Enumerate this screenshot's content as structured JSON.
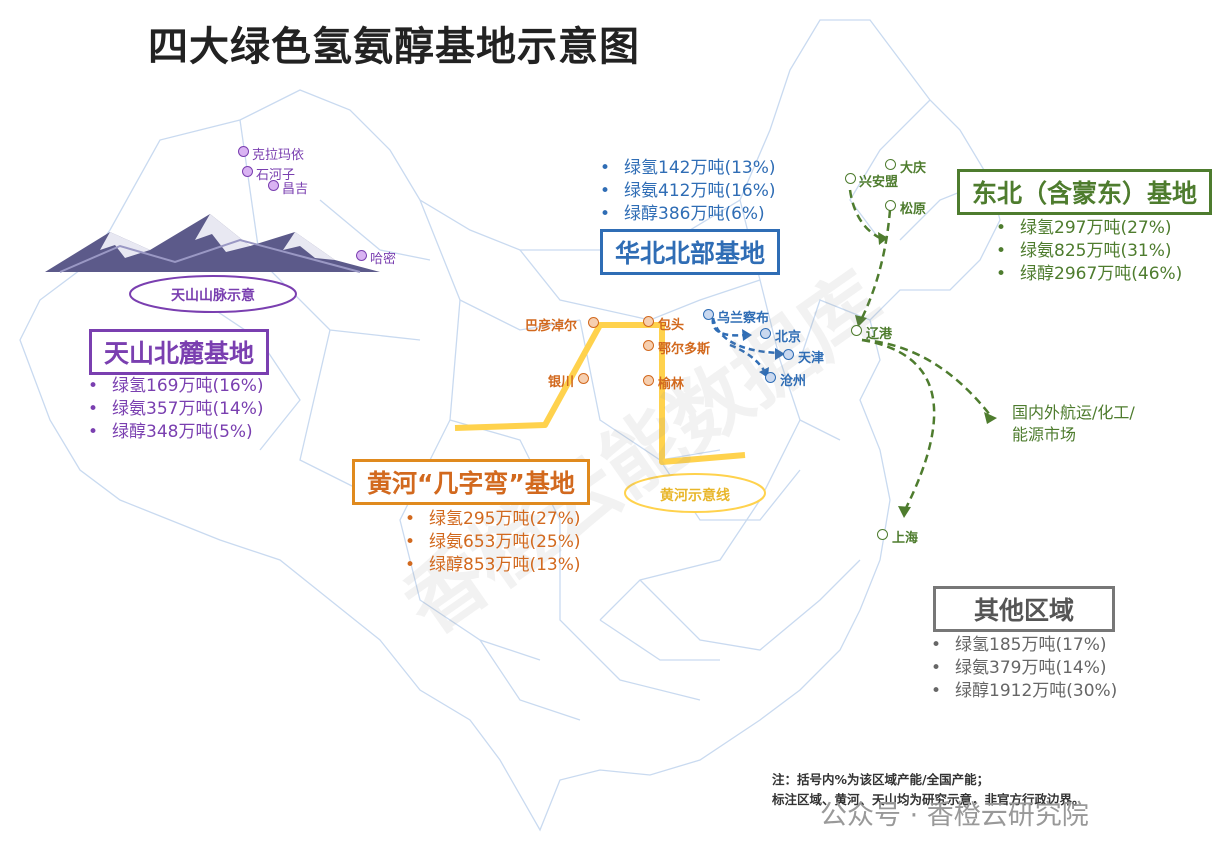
{
  "title": "四大绿色氢氨醇基地示意图",
  "colors": {
    "tianshan": "#7a3fb0",
    "huabei": "#2f6db5",
    "huanghe": "#d2691e",
    "dongbei": "#4e7c2e",
    "other": "#666666",
    "river": "#ffd24d",
    "map_line": "#c9daf0"
  },
  "tianshan": {
    "name": "天山北麓基地",
    "mountain_label": "天山山脉示意",
    "stats": [
      "绿氢169万吨(16%)",
      "绿氨357万吨(14%)",
      "绿醇348万吨(5%)"
    ],
    "cities": [
      "克拉玛依",
      "石河子",
      "昌吉",
      "哈密"
    ]
  },
  "huabei": {
    "name": "华北北部基地",
    "stats": [
      "绿氢142万吨(13%)",
      "绿氨412万吨(16%)",
      "绿醇386万吨(6%)"
    ],
    "cities": [
      "乌兰察布",
      "北京",
      "天津",
      "沧州"
    ]
  },
  "huanghe": {
    "name": "黄河“几字弯”基地",
    "river_label": "黄河示意线",
    "stats": [
      "绿氢295万吨(27%)",
      "绿氨653万吨(25%)",
      "绿醇853万吨(13%)"
    ],
    "cities": [
      "巴彦淖尔",
      "包头",
      "鄂尔多斯",
      "银川",
      "榆林"
    ]
  },
  "dongbei": {
    "name": "东北（含蒙东）基地",
    "stats": [
      "绿氢297万吨(27%)",
      "绿氨825万吨(31%)",
      "绿醇2967万吨(46%)"
    ],
    "cities": [
      "兴安盟",
      "大庆",
      "松原",
      "辽港",
      "上海"
    ],
    "market": [
      "国内外航运/化工/",
      "能源市场"
    ]
  },
  "other": {
    "name": "其他区域",
    "stats": [
      "绿氢185万吨(17%)",
      "绿氨379万吨(14%)",
      "绿醇1912万吨(30%)"
    ]
  },
  "note": [
    "注：括号内%为该区域产能/全国产能；",
    "标注区域、黄河、天山均为研究示意，非官方行政边界。"
  ],
  "watermark": "香橙云能数据库",
  "footer": "公众号 · 香橙云研究院"
}
